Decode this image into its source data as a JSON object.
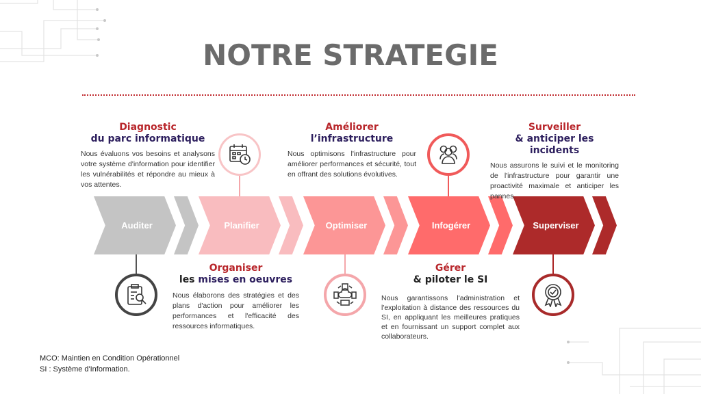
{
  "title": "NOTRE STRATEGIE",
  "steps": [
    {
      "label": "Auditer",
      "color": "#c4c4c4"
    },
    {
      "label": "Planifier",
      "color": "#f9bcbf"
    },
    {
      "label": "Optimiser",
      "color": "#fc9696"
    },
    {
      "label": "Infogérer",
      "color": "#ff6b6b"
    },
    {
      "label": "Superviser",
      "color": "#ad2a2a"
    }
  ],
  "blocks": {
    "diagnostic": {
      "h1": "Diagnostic",
      "h2": "du parc informatique",
      "text": "Nous évaluons vos besoins et analysons votre système d'information pour identifier les vulnérabilités et répondre au mieux à vos attentes."
    },
    "ameliorer": {
      "h1": "Améliorer",
      "h2": "l’infrastructure",
      "text": "Nous optimisons l'infrastructure pour améliorer performances et sécurité, tout en offrant des solutions évolutives."
    },
    "surveiller": {
      "h1": "Surveiller",
      "h2": "& anticiper les incidents",
      "text": "Nous assurons le suivi et le monitoring de l'infrastructure pour garantir une proactivité maximale et anticiper les pannes."
    },
    "organiser": {
      "h1": "Organiser",
      "h2a": "les ",
      "h2b": "mises en oeuvres",
      "text": "Nous élaborons des stratégies et des plans d'action pour améliorer les performances et l'efficacité des ressources informatiques."
    },
    "gerer": {
      "h1": "Gérer",
      "h2": "& piloter le SI",
      "text": "Nous garantissons l'administration et l'exploitation à distance des ressources du SI, en appliquant les meilleures pratiques et en fournissant un support complet aux collaborateurs."
    }
  },
  "footer": {
    "line1": "MCO: Maintien en Condition Opérationnel",
    "line2": "SI : Système d'Information."
  }
}
